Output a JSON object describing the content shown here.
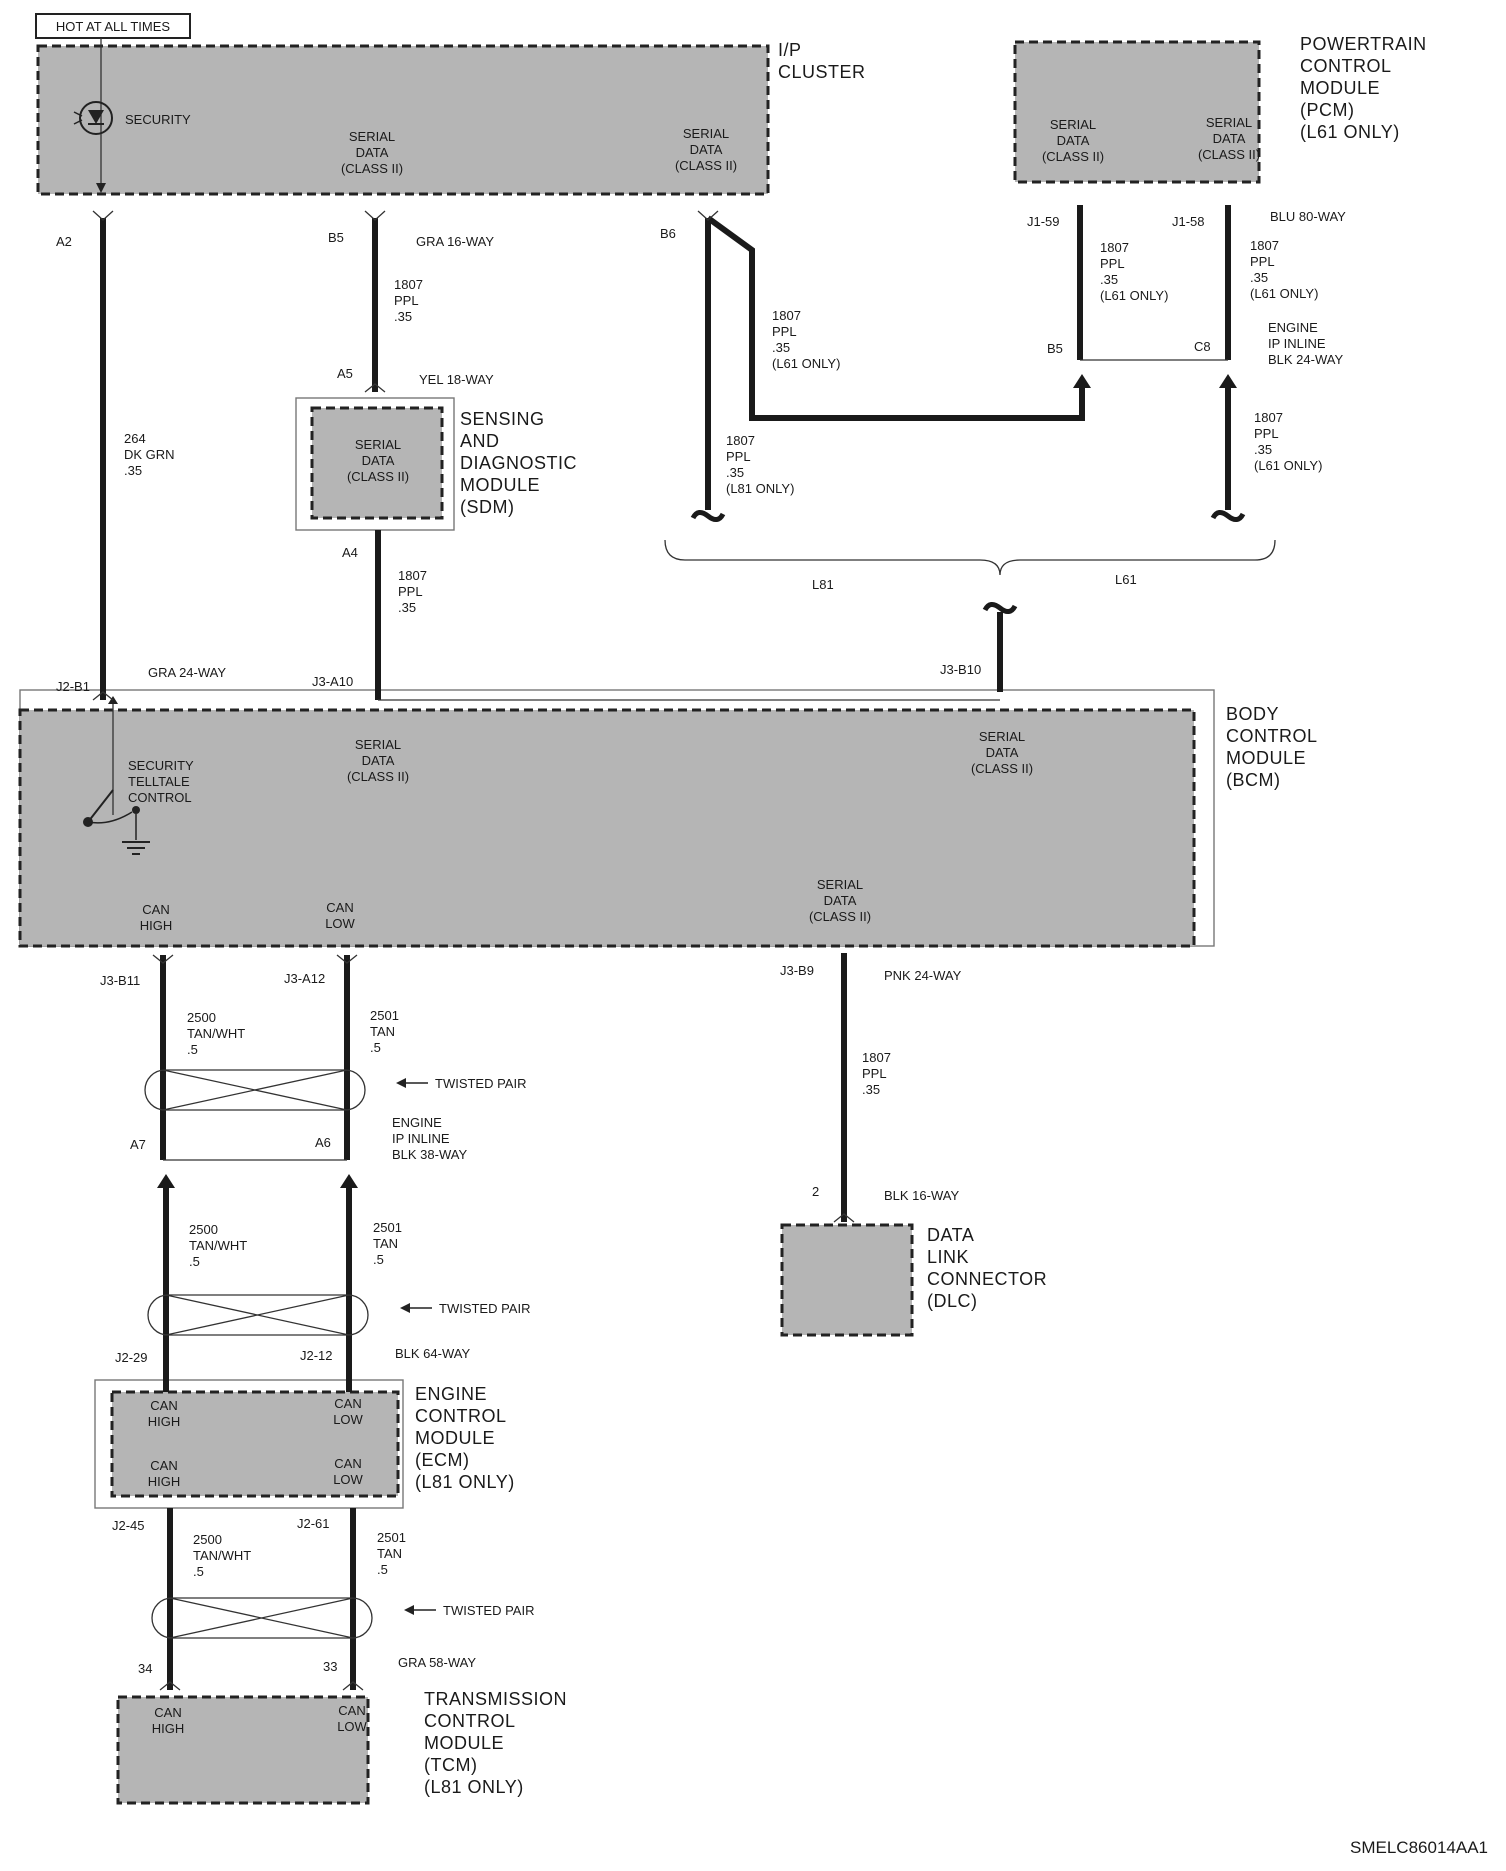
{
  "hot_label": "HOT AT ALL TIMES",
  "doc_code": "SMELC86014AA1",
  "ip_cluster": {
    "title": [
      "I/P",
      "CLUSTER"
    ],
    "security_label": "SECURITY",
    "serial_data_left": [
      "SERIAL",
      "DATA",
      "(CLASS II)"
    ],
    "serial_data_right": [
      "SERIAL",
      "DATA",
      "(CLASS II)"
    ]
  },
  "pcm": {
    "title": [
      "POWERTRAIN",
      "CONTROL",
      "MODULE",
      "(PCM)",
      "(L61 ONLY)"
    ],
    "serial_data_left": [
      "SERIAL",
      "DATA",
      "(CLASS II)"
    ],
    "serial_data_right": [
      "SERIAL",
      "DATA",
      "(CLASS II)"
    ]
  },
  "sdm": {
    "title": [
      "SENSING",
      "AND",
      "DIAGNOSTIC",
      "MODULE",
      "(SDM)"
    ],
    "serial_data": [
      "SERIAL",
      "DATA",
      "(CLASS II)"
    ]
  },
  "bcm": {
    "title": [
      "BODY",
      "CONTROL",
      "MODULE",
      "(BCM)"
    ],
    "security_telltale": [
      "SECURITY",
      "TELLTALE",
      "CONTROL"
    ],
    "serial_data_1": [
      "SERIAL",
      "DATA",
      "(CLASS II)"
    ],
    "serial_data_2": [
      "SERIAL",
      "DATA",
      "(CLASS II)"
    ],
    "serial_data_3": [
      "SERIAL",
      "DATA",
      "(CLASS II)"
    ],
    "can_high": [
      "CAN",
      "HIGH"
    ],
    "can_low": [
      "CAN",
      "LOW"
    ]
  },
  "ecm": {
    "title": [
      "ENGINE",
      "CONTROL",
      "MODULE",
      "(ECM)",
      "(L81 ONLY)"
    ],
    "can_high": [
      "CAN",
      "HIGH"
    ],
    "can_low": [
      "CAN",
      "LOW"
    ]
  },
  "tcm": {
    "title": [
      "TRANSMISSION",
      "CONTROL",
      "MODULE",
      "(TCM)",
      "(L81 ONLY)"
    ],
    "can_high": [
      "CAN",
      "HIGH"
    ],
    "can_low": [
      "CAN",
      "LOW"
    ]
  },
  "dlc": {
    "title": [
      "DATA",
      "LINK",
      "CONNECTOR",
      "(DLC)"
    ]
  },
  "pins": {
    "a2": "A2",
    "b5_top": "B5",
    "b6": "B6",
    "j1_59": "J1-59",
    "j1_58": "J1-58",
    "b5_inline": "B5",
    "c8": "C8",
    "a5": "A5",
    "a4": "A4",
    "j2_b1": "J2-B1",
    "j3_a10": "J3-A10",
    "j3_b10": "J3-B10",
    "j3_b11": "J3-B11",
    "j3_a12": "J3-A12",
    "j3_b9": "J3-B9",
    "a7": "A7",
    "a6": "A6",
    "j2_29": "J2-29",
    "j2_12": "J2-12",
    "j2_45": "J2-45",
    "j2_61": "J2-61",
    "p34": "34",
    "p33": "33",
    "p2": "2"
  },
  "connectors": {
    "gra16": "GRA 16-WAY",
    "blu80": "BLU 80-WAY",
    "yel18": "YEL 18-WAY",
    "gra24": "GRA 24-WAY",
    "pnk24": "PNK 24-WAY",
    "blk16": "BLK 16-WAY",
    "blk64": "BLK 64-WAY",
    "gra58": "GRA 58-WAY",
    "engine_ip_24": [
      "ENGINE",
      "IP INLINE",
      "BLK 24-WAY"
    ],
    "engine_ip_38": [
      "ENGINE",
      "IP INLINE",
      "BLK 38-WAY"
    ]
  },
  "wires": {
    "w264": [
      "264",
      "DK GRN",
      ".35"
    ],
    "w1807_b5": [
      "1807",
      "PPL",
      ".35"
    ],
    "w1807_b6": [
      "1807",
      "PPL",
      ".35",
      "(L61 ONLY)"
    ],
    "w1807_j159": [
      "1807",
      "PPL",
      ".35",
      "(L61 ONLY)"
    ],
    "w1807_j158": [
      "1807",
      "PPL",
      ".35",
      "(L61 ONLY)"
    ],
    "w1807_c8": [
      "1807",
      "PPL",
      ".35",
      "(L61 ONLY)"
    ],
    "w1807_l81": [
      "1807",
      "PPL",
      ".35",
      "(L81 ONLY)"
    ],
    "w1807_a4": [
      "1807",
      "PPL",
      ".35"
    ],
    "w1807_dlc": [
      "1807",
      "PPL",
      ".35"
    ],
    "w2500_a": [
      "2500",
      "TAN/WHT",
      ".5"
    ],
    "w2501_a": [
      "2501",
      "TAN",
      ".5"
    ],
    "w2500_b": [
      "2500",
      "TAN/WHT",
      ".5"
    ],
    "w2501_b": [
      "2501",
      "TAN",
      ".5"
    ],
    "w2500_c": [
      "2500",
      "TAN/WHT",
      ".5"
    ],
    "w2501_c": [
      "2501",
      "TAN",
      ".5"
    ]
  },
  "twisted_pair": "TWISTED PAIR",
  "options": {
    "l81": "L81",
    "l61": "L61"
  }
}
